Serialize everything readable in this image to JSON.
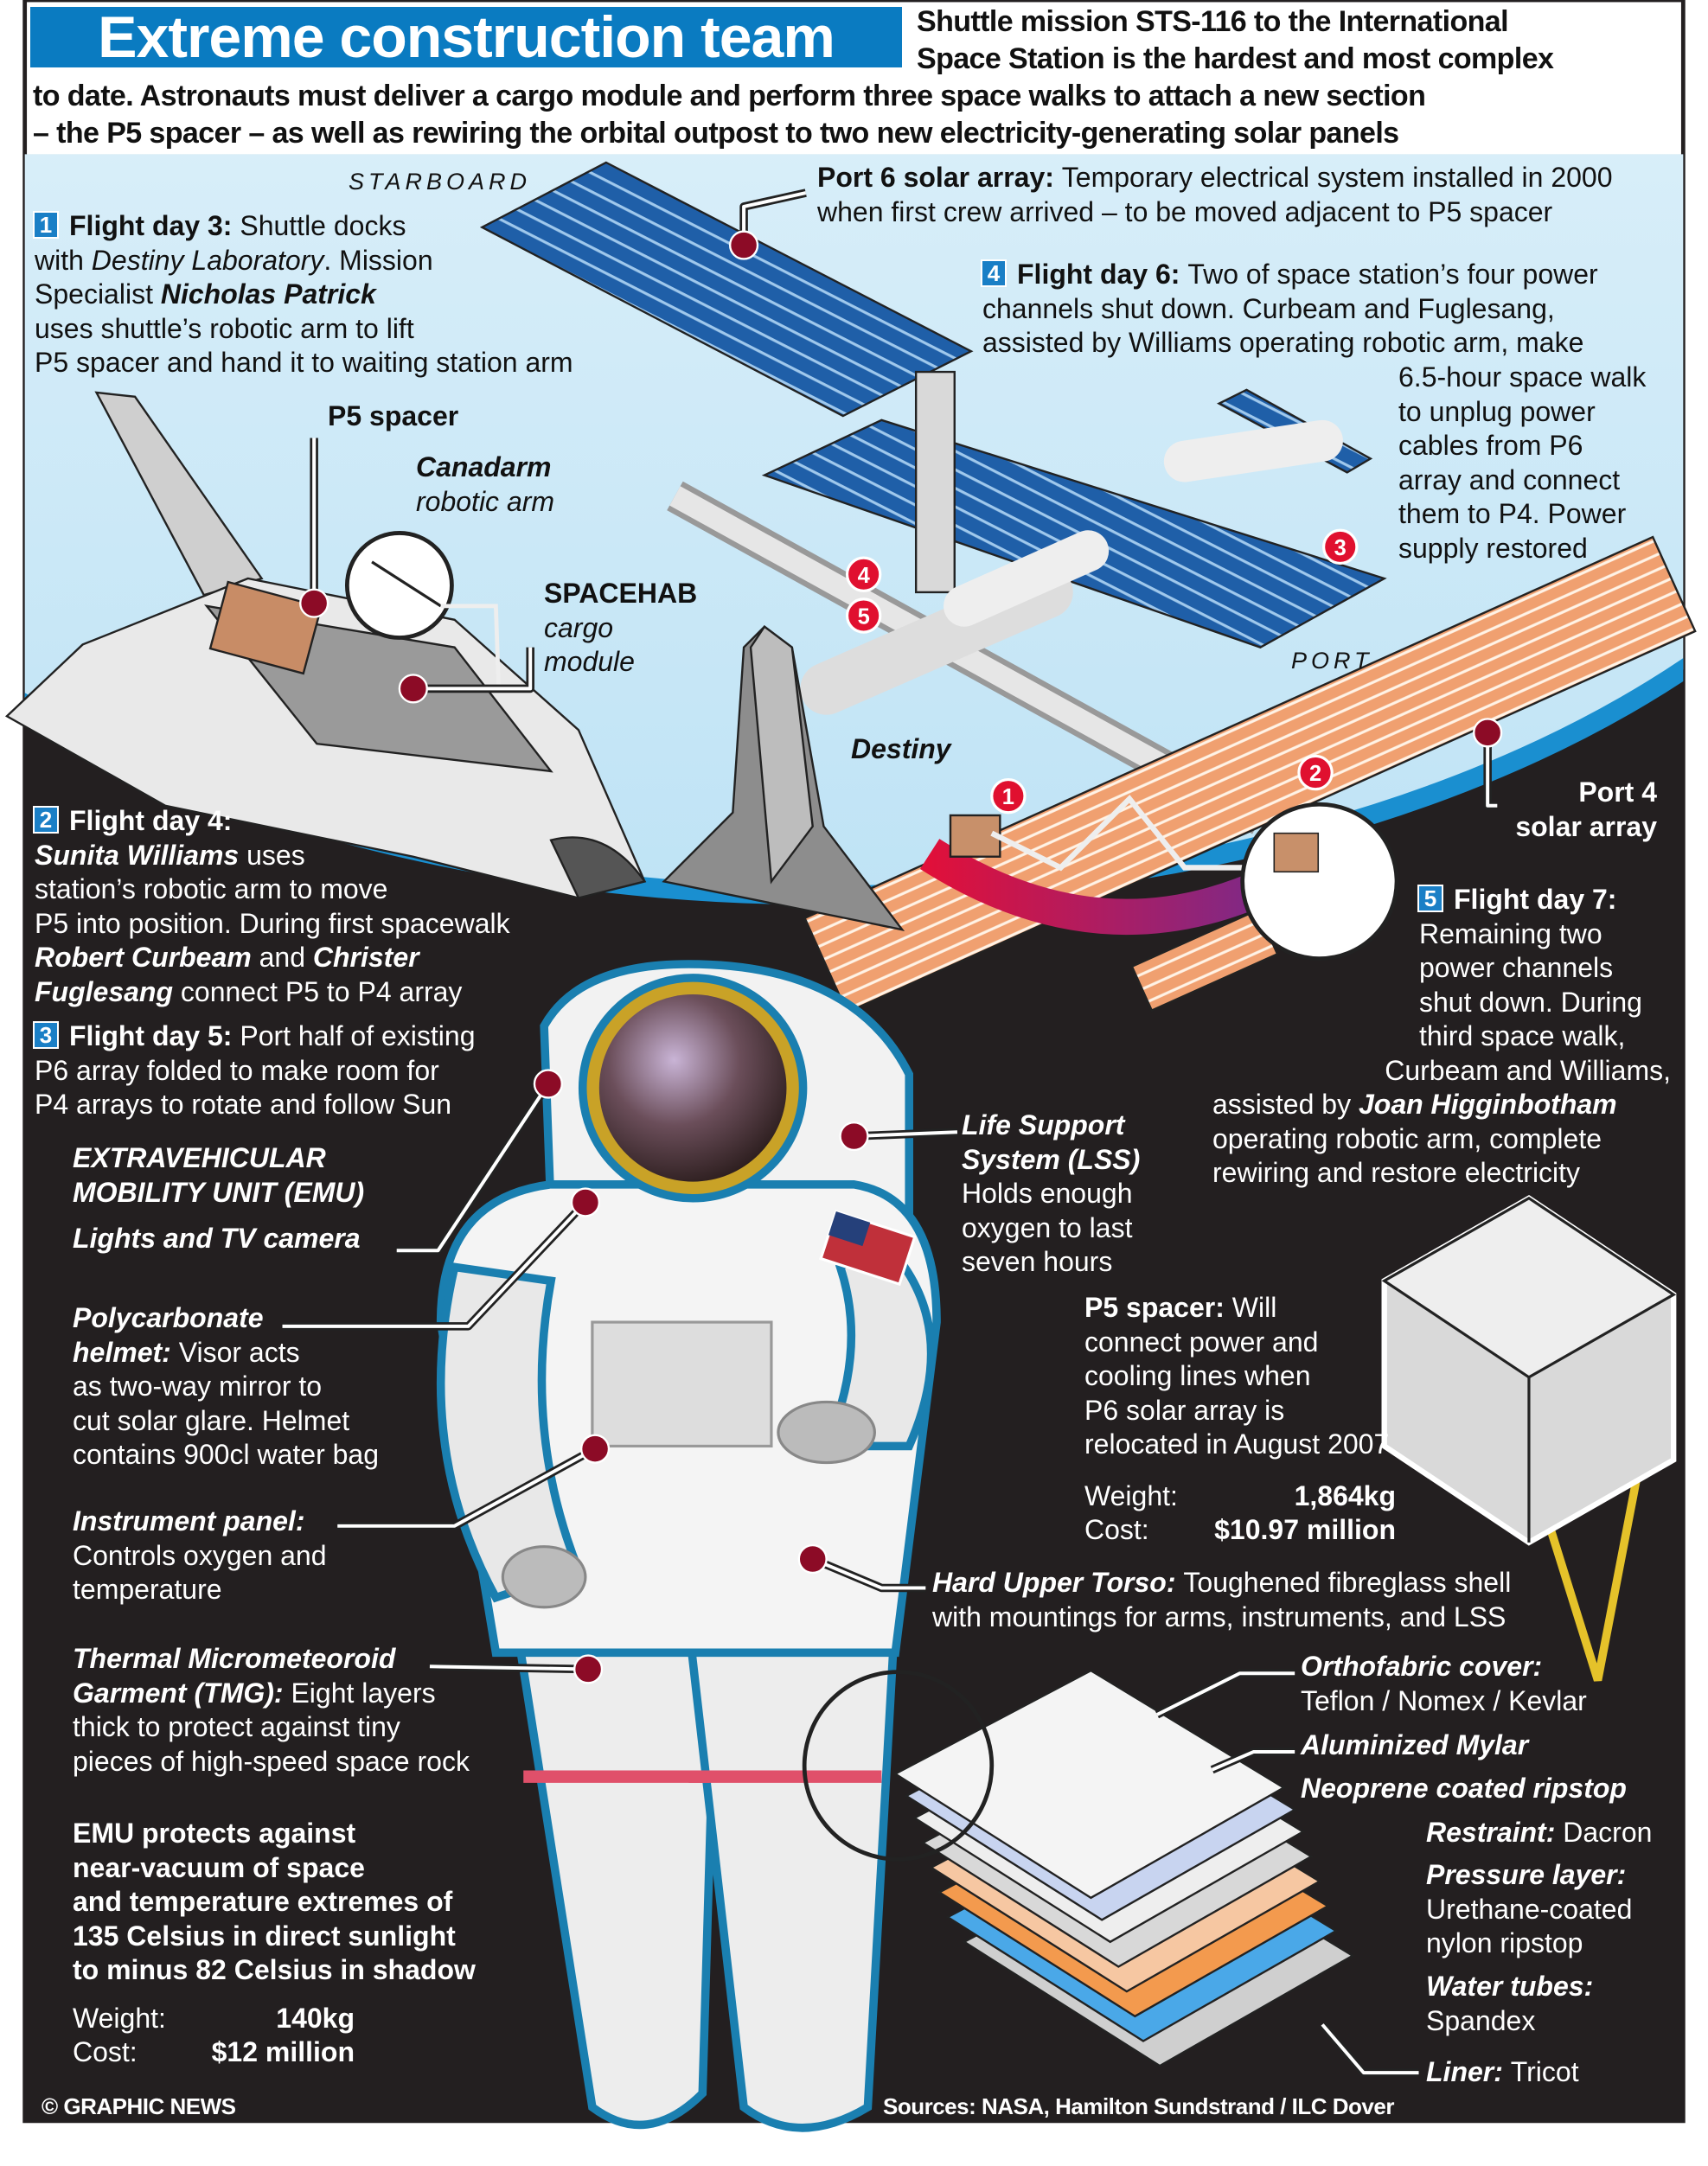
{
  "header": {
    "title": "Extreme construction team",
    "intro_top": [
      [
        [
          "b",
          "Shuttle mission STS-116 to the International"
        ]
      ],
      [
        [
          "b",
          "Space Station is the hardest and most complex"
        ]
      ]
    ],
    "intro_bottom": [
      [
        [
          "b",
          "to date. Astronauts must deliver a cargo module and perform three space walks to attach a new section"
        ]
      ],
      [
        [
          "b",
          "– the P5 spacer – as well as rewiring the orbital outpost to two new electricity-generating solar panels"
        ]
      ]
    ]
  },
  "labels": {
    "starboard": "STARBOARD",
    "port": "PORT",
    "p5_spacer": "P5 spacer",
    "destiny": "Destiny",
    "canadarm": [
      [
        [
          "bi",
          "Canadarm"
        ]
      ],
      [
        [
          "i",
          "robotic arm"
        ]
      ]
    ],
    "spacehab": [
      [
        [
          "b",
          "SPACEHAB"
        ]
      ],
      [
        [
          "i",
          "cargo"
        ]
      ],
      [
        [
          "i",
          "module"
        ]
      ]
    ],
    "port4": [
      [
        [
          "b",
          "Port 4"
        ]
      ],
      [
        [
          "b",
          "solar array"
        ]
      ]
    ],
    "port6": [
      [
        [
          "b",
          "Port 6 solar array: "
        ],
        [
          "r",
          "Temporary electrical system installed in 2000"
        ]
      ],
      [
        [
          "r",
          "when first crew arrived – to be moved adjacent to P5 spacer"
        ]
      ]
    ]
  },
  "steps": {
    "s1": [
      [
        [
          "n",
          "1"
        ],
        [
          "b",
          "Flight day 3: "
        ],
        [
          "r",
          "Shuttle docks"
        ]
      ],
      [
        [
          "r",
          "with "
        ],
        [
          "i",
          "Destiny Laboratory"
        ],
        [
          "r",
          ". Mission"
        ]
      ],
      [
        [
          "r",
          "Specialist "
        ],
        [
          "bi",
          "Nicholas Patrick"
        ]
      ],
      [
        [
          "r",
          "uses shuttle’s robotic arm to lift"
        ]
      ],
      [
        [
          "r",
          "P5 spacer and hand it to waiting station arm"
        ]
      ]
    ],
    "s2": [
      [
        [
          "n",
          "2"
        ],
        [
          "b",
          "Flight day 4:"
        ]
      ],
      [
        [
          "bi",
          "Sunita Williams"
        ],
        [
          "r",
          " uses"
        ]
      ],
      [
        [
          "r",
          "station’s robotic arm to move"
        ]
      ],
      [
        [
          "r",
          "P5 into position. During first spacewalk"
        ]
      ],
      [
        [
          "bi",
          "Robert Curbeam"
        ],
        [
          "r",
          " and "
        ],
        [
          "bi",
          "Christer"
        ]
      ],
      [
        [
          "bi",
          "Fuglesang"
        ],
        [
          "r",
          " connect P5 to P4 array"
        ]
      ]
    ],
    "s3": [
      [
        [
          "n",
          "3"
        ],
        [
          "b",
          "Flight day 5: "
        ],
        [
          "r",
          "Port half of existing"
        ]
      ],
      [
        [
          "r",
          "P6 array folded to make room for"
        ]
      ],
      [
        [
          "r",
          "P4 arrays to rotate and follow Sun"
        ]
      ]
    ],
    "s4": [
      [
        [
          "n",
          "4"
        ],
        [
          "b",
          "Flight day 6: "
        ],
        [
          "r",
          "Two of space station’s four power"
        ]
      ],
      [
        [
          "r",
          "channels shut down. Curbeam and Fuglesang,"
        ]
      ],
      [
        [
          "r",
          "assisted by Williams operating robotic arm, make"
        ]
      ]
    ],
    "s4b": [
      [
        [
          "r",
          "6.5-hour space walk"
        ]
      ],
      [
        [
          "r",
          "to unplug power"
        ]
      ],
      [
        [
          "r",
          "cables from P6"
        ]
      ],
      [
        [
          "r",
          "array and connect"
        ]
      ],
      [
        [
          "r",
          "them to P4. Power"
        ]
      ],
      [
        [
          "r",
          "supply restored"
        ]
      ]
    ],
    "s5": [
      [
        [
          "n",
          "5"
        ],
        [
          "b",
          "Flight day 7:"
        ]
      ],
      [
        [
          "r",
          "Remaining two"
        ]
      ],
      [
        [
          "r",
          "power channels"
        ]
      ],
      [
        [
          "r",
          "shut down. During"
        ]
      ],
      [
        [
          "r",
          "third space walk,"
        ]
      ],
      [
        [
          "r",
          "Curbeam and Williams,"
        ]
      ],
      [
        [
          "r",
          "assisted by "
        ],
        [
          "bi",
          "Joan Higginbotham"
        ]
      ],
      [
        [
          "r",
          "operating robotic arm, complete"
        ]
      ],
      [
        [
          "r",
          "rewiring and restore electricity"
        ]
      ]
    ]
  },
  "suit": {
    "emu": [
      [
        [
          "bi",
          "EXTRAVEHICULAR"
        ]
      ],
      [
        [
          "bi",
          "MOBILITY UNIT (EMU)"
        ]
      ]
    ],
    "lights": [
      [
        [
          "bi",
          "Lights and TV camera"
        ]
      ]
    ],
    "helmet": [
      [
        [
          "bi",
          "Polycarbonate"
        ]
      ],
      [
        [
          "bi",
          "helmet: "
        ],
        [
          "r",
          "Visor acts"
        ]
      ],
      [
        [
          "r",
          "as two-way mirror to"
        ]
      ],
      [
        [
          "r",
          "cut solar glare. Helmet"
        ]
      ],
      [
        [
          "r",
          "contains 900cl water bag"
        ]
      ]
    ],
    "instrument": [
      [
        [
          "bi",
          "Instrument panel:"
        ]
      ],
      [
        [
          "r",
          "Controls oxygen and"
        ]
      ],
      [
        [
          "r",
          "temperature"
        ]
      ]
    ],
    "tmg": [
      [
        [
          "bi",
          "Thermal Micrometeoroid"
        ]
      ],
      [
        [
          "bi",
          "Garment (TMG): "
        ],
        [
          "r",
          "Eight layers"
        ]
      ],
      [
        [
          "r",
          "thick to protect against tiny"
        ]
      ],
      [
        [
          "r",
          "pieces of high-speed space rock"
        ]
      ]
    ],
    "protects": [
      [
        [
          "b",
          "EMU protects against"
        ]
      ],
      [
        [
          "b",
          "near-vacuum of space"
        ]
      ],
      [
        [
          "b",
          "and temperature extremes of"
        ]
      ],
      [
        [
          "b",
          "135 Celsius in direct sunlight"
        ]
      ],
      [
        [
          "b",
          "to minus 82 Celsius in shadow"
        ]
      ]
    ],
    "lss": [
      [
        [
          "bi",
          "Life Support"
        ]
      ],
      [
        [
          "bi",
          "System (LSS)"
        ]
      ],
      [
        [
          "r",
          "Holds enough"
        ]
      ],
      [
        [
          "r",
          "oxygen to last"
        ]
      ],
      [
        [
          "r",
          "seven hours"
        ]
      ]
    ],
    "hut": [
      [
        [
          "bi",
          "Hard Upper Torso: "
        ],
        [
          "r",
          "Toughened fibreglass shell"
        ]
      ],
      [
        [
          "r",
          "with mountings for arms, instruments, and LSS"
        ]
      ]
    ],
    "weight_label": "Weight:",
    "weight": "140kg",
    "cost_label": "Cost:",
    "cost": "$12 million"
  },
  "p5": {
    "text": [
      [
        [
          "b",
          "P5 spacer: "
        ],
        [
          "r",
          "Will"
        ]
      ],
      [
        [
          "r",
          "connect power and"
        ]
      ],
      [
        [
          "r",
          "cooling lines when"
        ]
      ],
      [
        [
          "r",
          "P6 solar array is"
        ]
      ],
      [
        [
          "r",
          "relocated in August 2007"
        ]
      ]
    ],
    "weight_label": "Weight:",
    "weight": "1,864kg",
    "cost_label": "Cost:",
    "cost": "$10.97 million"
  },
  "layers": {
    "ortho": [
      [
        [
          "bi",
          "Orthofabric cover:"
        ]
      ],
      [
        [
          "r",
          "Teflon / Nomex / Kevlar"
        ]
      ]
    ],
    "mylar": [
      [
        [
          "bi",
          "Aluminized Mylar"
        ]
      ]
    ],
    "neoprene": [
      [
        [
          "bi",
          "Neoprene coated ripstop"
        ]
      ]
    ],
    "restraint": [
      [
        [
          "bi",
          "Restraint: "
        ],
        [
          "r",
          "Dacron"
        ]
      ]
    ],
    "pressure": [
      [
        [
          "bi",
          "Pressure layer:"
        ]
      ],
      [
        [
          "r",
          "Urethane-coated"
        ]
      ],
      [
        [
          "r",
          "nylon ripstop"
        ]
      ]
    ],
    "water": [
      [
        [
          "bi",
          "Water tubes:"
        ]
      ],
      [
        [
          "r",
          "Spandex"
        ]
      ]
    ],
    "liner": [
      [
        [
          "bi",
          "Liner: "
        ],
        [
          "r",
          "Tricot"
        ]
      ]
    ]
  },
  "markers": [
    "1",
    "2",
    "3",
    "4",
    "5"
  ],
  "footer": {
    "credit": "© GRAPHIC NEWS",
    "sources": "Sources: NASA, Hamilton Sundstrand / ILC Dover"
  },
  "colors": {
    "title_blue": "#0a7bc1",
    "sky": "#cdeaf7",
    "space": "#231f20",
    "marker_red": "#e0102f",
    "dot_red": "#8c0b26",
    "array_blue": "#1f5fa8",
    "array_orange": "#f0a070"
  }
}
